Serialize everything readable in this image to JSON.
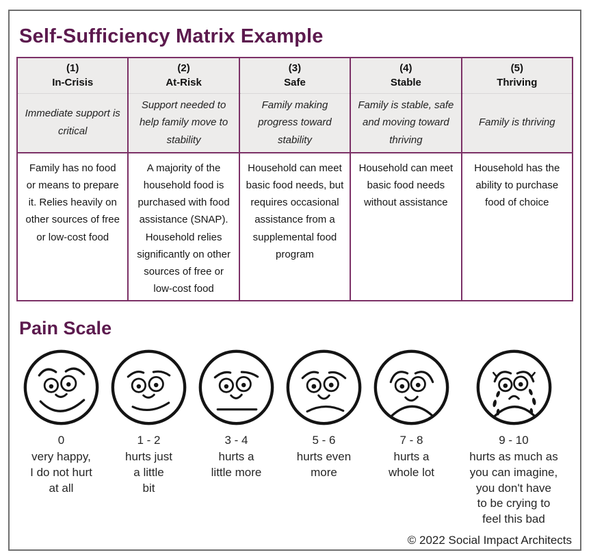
{
  "page": {
    "title": "Self-Sufficiency Matrix Example",
    "copyright": "© 2022 Social Impact Architects"
  },
  "matrix": {
    "columns": [
      {
        "level": "(1)",
        "name": "In-Crisis",
        "descriptor": "Immediate support is\ncritical",
        "detail": "Family has no food\nor means to prepare\nit. Relies heavily on\nother sources of free\nor low-cost food"
      },
      {
        "level": "(2)",
        "name": "At-Risk",
        "descriptor": "Support needed to\nhelp family move to\nstability",
        "detail": "A majority of the\nhousehold food is\npurchased with food\nassistance (SNAP).\nHousehold relies\nsignificantly on other\nsources of free or\nlow-cost food"
      },
      {
        "level": "(3)",
        "name": "Safe",
        "descriptor": "Family making\nprogress toward\nstability",
        "detail": "Household can meet\nbasic food needs, but\nrequires occasional\nassistance from a\nsupplemental food\nprogram"
      },
      {
        "level": "(4)",
        "name": "Stable",
        "descriptor": "Family is stable, safe\nand moving toward\nthriving",
        "detail": "Household can meet\nbasic food needs\nwithout assistance"
      },
      {
        "level": "(5)",
        "name": "Thriving",
        "descriptor": "Family is thriving",
        "detail": "Household has the\nability to purchase\nfood of choice"
      }
    ]
  },
  "pain_scale": {
    "title": "Pain Scale",
    "faces": [
      {
        "score": "0",
        "expression": "very-happy",
        "label": "very happy,\nI do not hurt\nat all"
      },
      {
        "score": "1 - 2",
        "expression": "slight-smile",
        "label": "hurts just\na little\nbit"
      },
      {
        "score": "3 - 4",
        "expression": "neutral",
        "label": "hurts a\nlittle more"
      },
      {
        "score": "5 - 6",
        "expression": "slight-frown",
        "label": "hurts even\nmore"
      },
      {
        "score": "7 - 8",
        "expression": "big-frown",
        "label": "hurts a\nwhole lot"
      },
      {
        "score": "9 - 10",
        "expression": "crying",
        "label": "hurts as much as\nyou can imagine,\nyou don't have\nto be crying to\nfeel this bad"
      }
    ]
  },
  "colors": {
    "accent": "#5c1a4e",
    "table_border": "#7b3066",
    "header_bg": "#edeceb",
    "frame_border": "#6f6f6f"
  }
}
